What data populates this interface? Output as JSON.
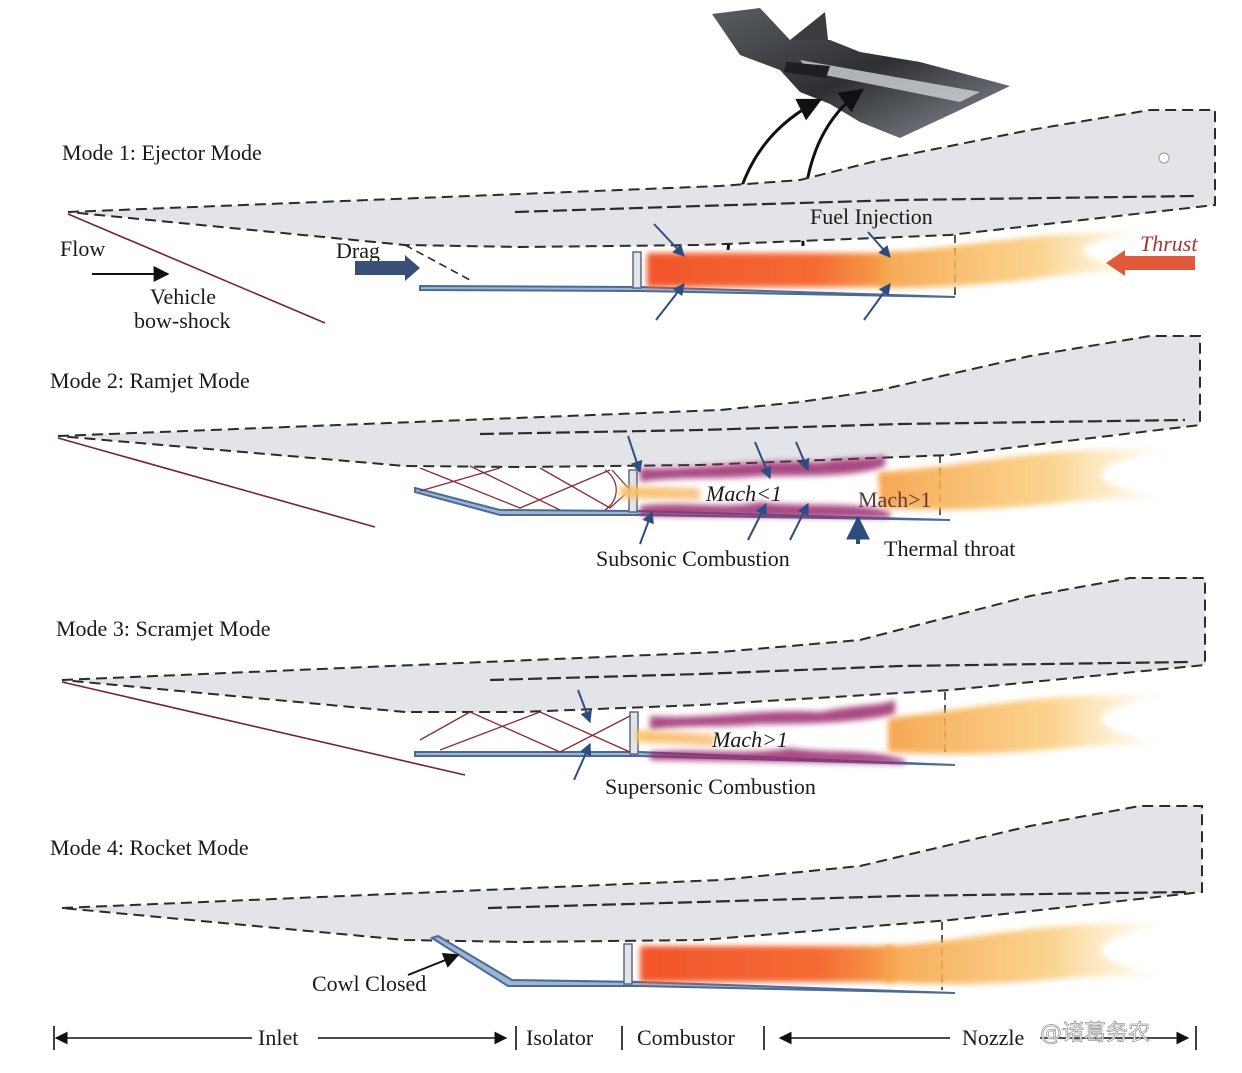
{
  "modes": [
    {
      "title": "Mode 1: Ejector Mode"
    },
    {
      "title": "Mode 2: Ramjet Mode"
    },
    {
      "title": "Mode 3: Scramjet Mode"
    },
    {
      "title": "Mode 4: Rocket Mode"
    }
  ],
  "labels": {
    "flow": "Flow",
    "bow_shock_line1": "Vehicle",
    "bow_shock_line2": "bow-shock",
    "drag": "Drag",
    "fuel_injection": "Fuel Injection",
    "thrust": "Thrust",
    "mach_lt1": "Mach<1",
    "mach_gt1_ramjet": "Mach>1",
    "subsonic_combustion": "Subsonic Combustion",
    "thermal_throat": "Thermal throat",
    "mach_gt1_scramjet": "Mach>1",
    "supersonic_combustion": "Supersonic Combustion",
    "cowl_closed": "Cowl Closed"
  },
  "scale": {
    "inlet": "Inlet",
    "isolator": "Isolator",
    "combustor": "Combustor",
    "nozzle": "Nozzle"
  },
  "watermark": "@诸葛务农",
  "colors": {
    "hull": "#e3e4e8",
    "cowl": "#9fb6d3",
    "shock": "#7a2230",
    "plasma": "#9b2a6e",
    "flame_core": "#f05a28",
    "flame_tail": "#f9c66b",
    "injector_arrow": "#2d4d80"
  },
  "icons": [
    "hypersonic-aircraft-icon",
    "drag-arrow-icon",
    "thrust-arrow-icon"
  ]
}
